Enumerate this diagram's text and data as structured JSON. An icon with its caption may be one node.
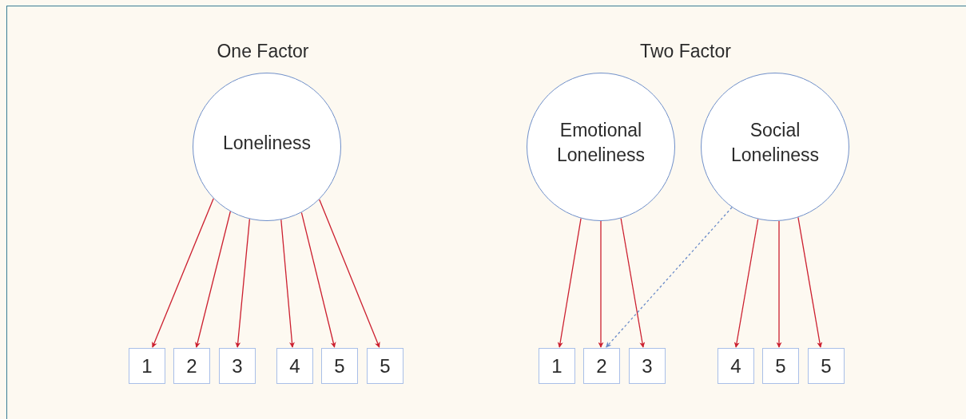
{
  "diagram": {
    "nodes": [
      {
        "text": [
          "Loneliness"
        ]
      },
      {
        "text": [
          "1"
        ]
      },
      {
        "text": [
          "2"
        ]
      },
      {
        "text": [
          "3"
        ]
      },
      {
        "text": [
          "4"
        ]
      },
      {
        "text": [
          "5"
        ]
      },
      {
        "text": [
          "5"
        ]
      },
      {
        "text": [
          "Emotional Loneliness"
        ]
      },
      {
        "text": [
          "Social Loneliness"
        ]
      },
      {
        "text": [
          "1"
        ]
      },
      {
        "text": [
          "2"
        ]
      },
      {
        "text": [
          "3"
        ]
      },
      {
        "text": [
          "4"
        ]
      },
      {
        "text": [
          "5"
        ]
      },
      {
        "text": [
          "5"
        ]
      }
    ],
    "edges": [
      {
        "from": 0,
        "to": 1,
        "arrow": "to"
      },
      {
        "from": 0,
        "to": 2,
        "arrow": "to"
      },
      {
        "from": 0,
        "to": 3,
        "arrow": "to"
      },
      {
        "from": 0,
        "to": 4,
        "arrow": "to"
      },
      {
        "from": 0,
        "to": 5,
        "arrow": "to"
      },
      {
        "from": 0,
        "to": 6,
        "arrow": "to"
      },
      {
        "from": 7,
        "to": 9,
        "arrow": "to"
      },
      {
        "from": 7,
        "to": 10,
        "arrow": "to"
      },
      {
        "from": 7,
        "to": 11,
        "arrow": "to"
      },
      {
        "from": 8,
        "to": 10,
        "arrow": "to",
        "style": "dashed",
        "color": "#6b8cc9"
      },
      {
        "from": 8,
        "to": 12,
        "arrow": "to"
      },
      {
        "from": 8,
        "to": 13,
        "arrow": "to"
      },
      {
        "from": 8,
        "to": 14,
        "arrow": "to"
      }
    ],
    "labels": [
      "One Factor",
      "Two Factor"
    ]
  }
}
